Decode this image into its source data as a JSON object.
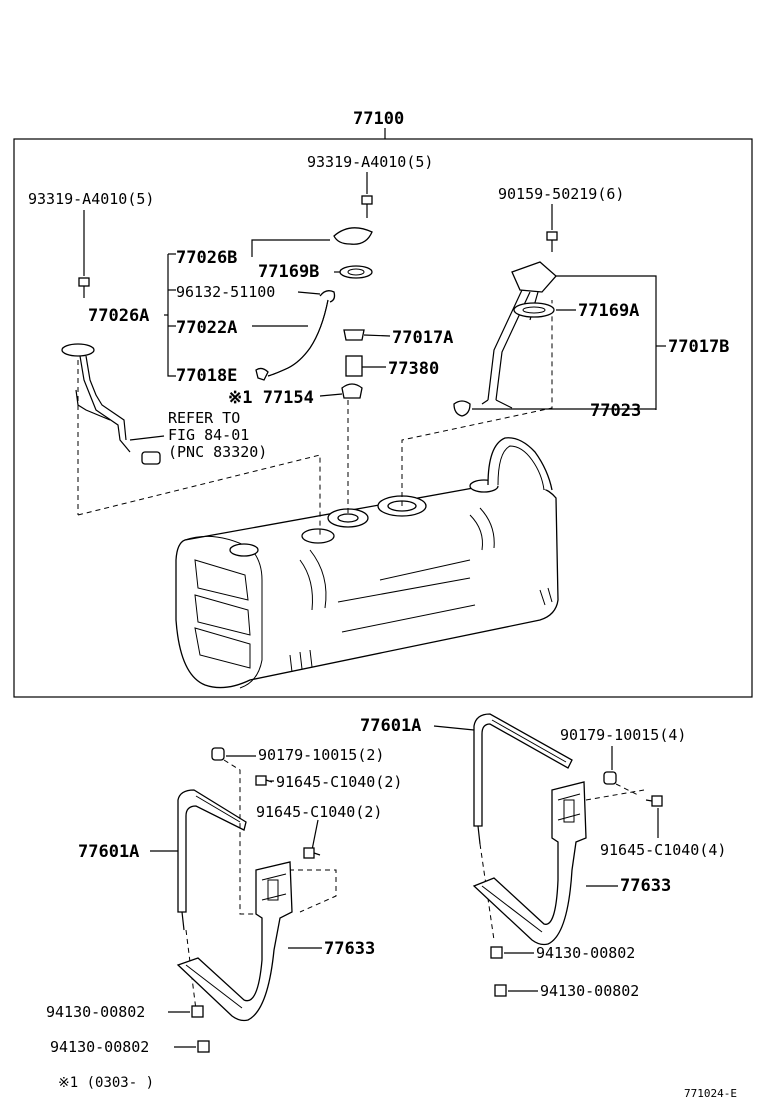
{
  "assembly": {
    "number": "77100"
  },
  "labels": {
    "bolt_top_center": "93319-A4010(5)",
    "bolt_left": "93319-A4010(5)",
    "screw_right": "90159-50219(6)",
    "gauge_plate_b": "77026B",
    "gasket_b": "77169B",
    "hose_grommet": "96132-51100",
    "gauge_plate_a": "77026A",
    "tube": "77022A",
    "joint": "77018E",
    "cap_a": "77017A",
    "filter": "77380",
    "note_mark_part": "※1 77154",
    "gasket_a": "77169A",
    "pump_assy": "77017B",
    "suction_tube": "77023",
    "refer_line1": "REFER TO",
    "refer_line2": "FIG 84-01",
    "refer_line3": "(PNC 83320)",
    "band_left": "77601A",
    "band_right": "77601A",
    "washer_left": "90179-10015(2)",
    "bolt_small_left_1": "91645-C1040(2)",
    "bolt_small_left_2": "91645-C1040(2)",
    "washer_right": "90179-10015(4)",
    "bolt_small_right": "91645-C1040(4)",
    "bracket_left": "77633",
    "bracket_right": "77633",
    "nut_left_1": "94130-00802",
    "nut_left_2": "94130-00802",
    "nut_right_1": "94130-00802",
    "nut_right_2": "94130-00802"
  },
  "footnote": "※1 (0303-      )",
  "figure_code": "771024-E"
}
